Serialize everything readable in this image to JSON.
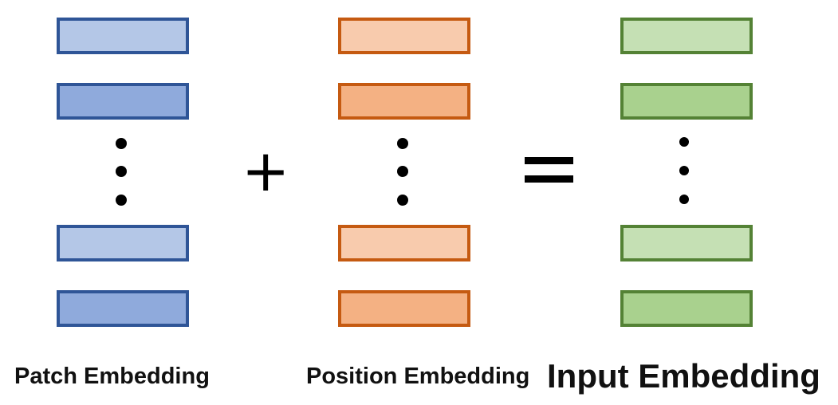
{
  "operators": {
    "plus": "+",
    "equals": "="
  },
  "columns": [
    {
      "label": "Patch Embedding",
      "colors": {
        "light": "#b4c7e7",
        "dark": "#8faadc",
        "border": "#2f5597"
      }
    },
    {
      "label": "Position Embedding",
      "colors": {
        "light": "#f8cbad",
        "dark": "#f4b183",
        "border": "#c55a11"
      }
    },
    {
      "label": "Input Embedding",
      "colors": {
        "light": "#c5e0b4",
        "dark": "#a9d18e",
        "border": "#548235"
      }
    }
  ],
  "bar_shades": [
    "light",
    "dark",
    "light",
    "dark"
  ]
}
